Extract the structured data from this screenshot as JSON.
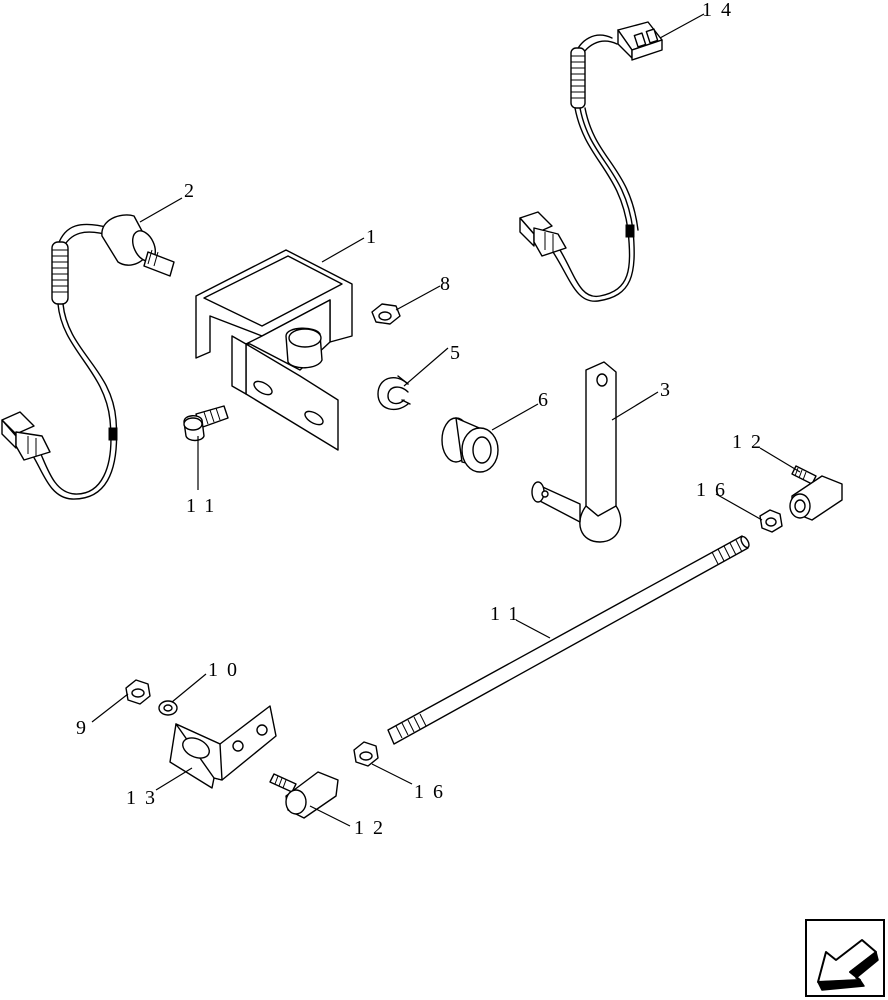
{
  "callouts": [
    {
      "id": "c1",
      "text": "1"
    },
    {
      "id": "c2",
      "text": "2"
    },
    {
      "id": "c3",
      "text": "3"
    },
    {
      "id": "c5",
      "text": "5"
    },
    {
      "id": "c6",
      "text": "6"
    },
    {
      "id": "c8",
      "text": "8"
    },
    {
      "id": "c9",
      "text": "9"
    },
    {
      "id": "c10",
      "text": "10"
    },
    {
      "id": "c11a",
      "text": "11"
    },
    {
      "id": "c11b",
      "text": "11"
    },
    {
      "id": "c12a",
      "text": "12"
    },
    {
      "id": "c12b",
      "text": "12"
    },
    {
      "id": "c13",
      "text": "13"
    },
    {
      "id": "c14",
      "text": "14"
    },
    {
      "id": "c16a",
      "text": "16"
    },
    {
      "id": "c16b",
      "text": "16"
    }
  ],
  "nav_icon": "back-arrow-icon"
}
